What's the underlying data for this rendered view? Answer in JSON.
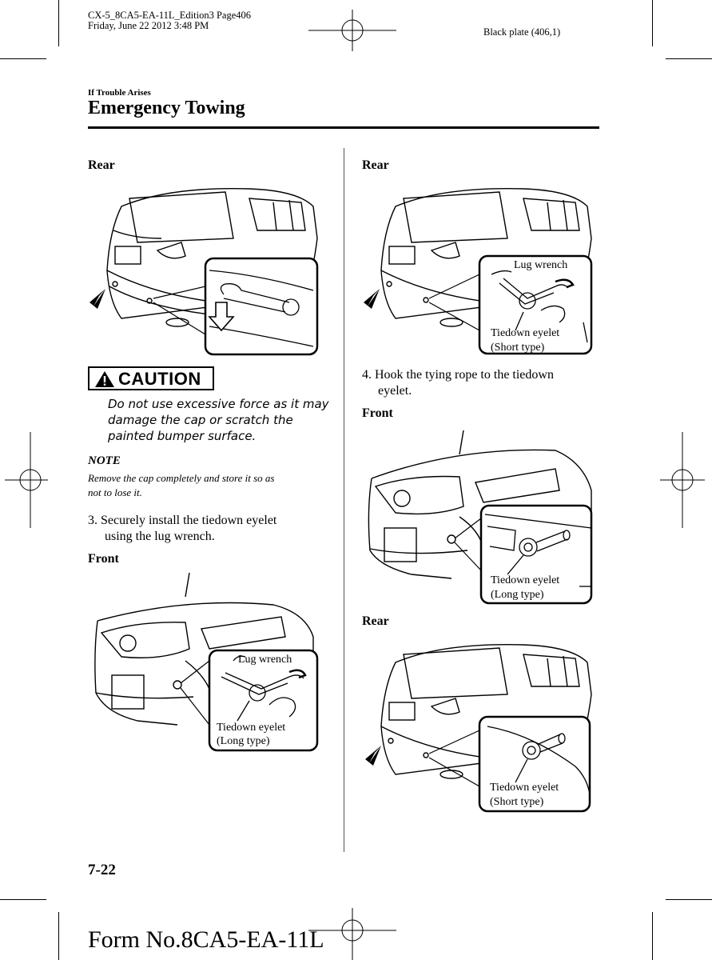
{
  "print_header": {
    "line1": "CX-5_8CA5-EA-11L_Edition3 Page406",
    "line2": "Friday, June 22 2012 3:48 PM",
    "plate": "Black plate (406,1)"
  },
  "section": "If Trouble Arises",
  "title": "Emergency Towing",
  "left_column": {
    "fig1_heading": "Rear",
    "caution_label": "CAUTION",
    "caution_lines": [
      "Do not use excessive force as it may",
      "damage the cap or scratch the",
      "painted bumper surface."
    ],
    "note_heading": "NOTE",
    "note_lines": [
      "Remove the cap completely and store it so as",
      "not to lose it."
    ],
    "step3_lines": [
      "3.  Securely install the tiedown eyelet",
      "using the lug wrench."
    ],
    "fig2_heading": "Front",
    "fig2_labels": {
      "wrench": "Lug wrench",
      "eyelet": "Tiedown eyelet",
      "eyelet_type": "(Long type)"
    }
  },
  "right_column": {
    "fig1_heading": "Rear",
    "fig1_labels": {
      "wrench": "Lug wrench",
      "eyelet": "Tiedown eyelet",
      "eyelet_type": "(Short type)"
    },
    "step4_lines": [
      "4.  Hook the tying rope to the tiedown",
      "eyelet."
    ],
    "fig2_heading": "Front",
    "fig2_labels": {
      "eyelet": "Tiedown eyelet",
      "eyelet_type": "(Long type)"
    },
    "fig3_heading": "Rear",
    "fig3_labels": {
      "eyelet": "Tiedown eyelet",
      "eyelet_type": "(Short type)"
    }
  },
  "footer": {
    "page_number": "7-22",
    "form_number": "Form No.8CA5-EA-11L"
  }
}
